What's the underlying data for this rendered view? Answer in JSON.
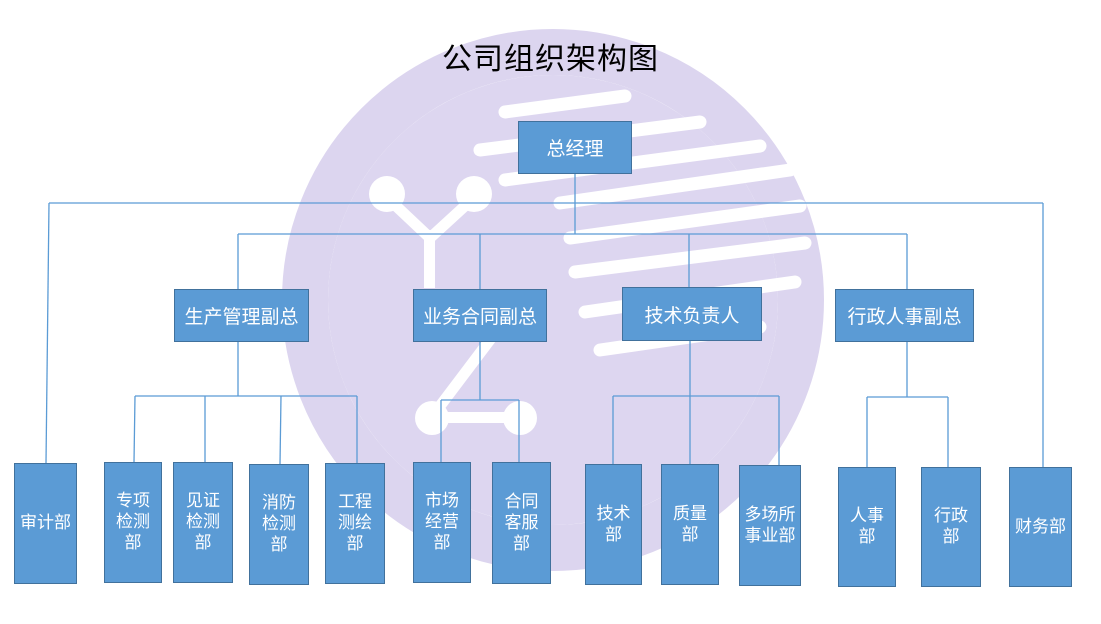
{
  "title": "公司组织架构图",
  "nodes": {
    "ceo": "总经理",
    "vp_production": "生产管理副总",
    "vp_business": "业务合同副总",
    "tech_lead": "技术负责人",
    "vp_admin": "行政人事副总",
    "audit": "审计部",
    "special_testing": "专项检测部",
    "witness_testing": "见证检测部",
    "fire_testing": "消防检测部",
    "engineering_survey": "工程测绘部",
    "marketing": "市场经营部",
    "contract_service": "合同客服部",
    "technical": "技术部",
    "quality": "质量部",
    "multi_site": "多场所事业部",
    "hr": "人事部",
    "administration": "行政部",
    "finance": "财务部"
  },
  "colors": {
    "box_fill": "#5b9bd5",
    "box_border": "#41719c",
    "connector": "#5b9bd5",
    "watermark": "#d9d2ee"
  }
}
